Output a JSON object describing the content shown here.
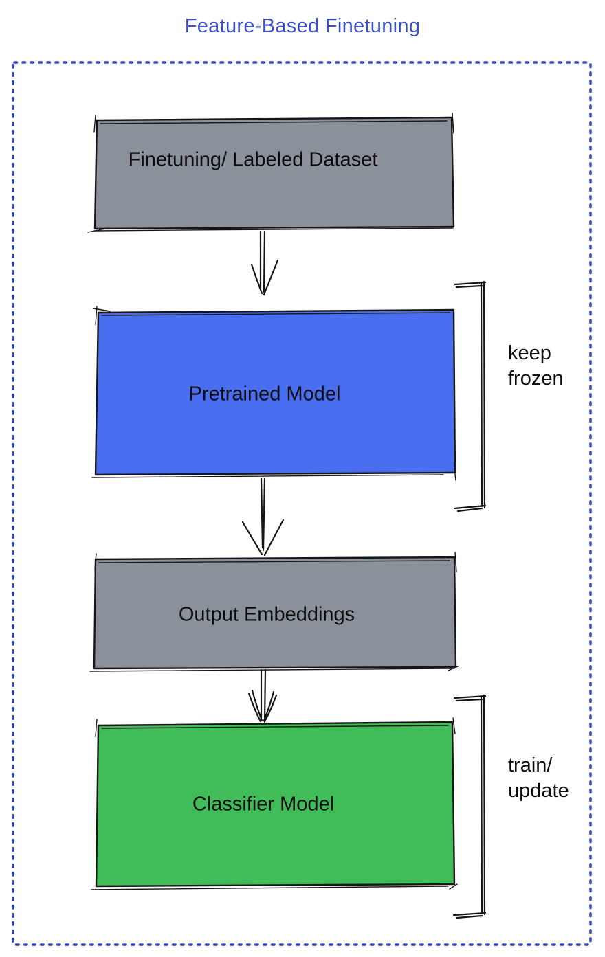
{
  "title": "Feature-Based Finetuning",
  "colors": {
    "title_blue": "#3a4fc9",
    "border_blue": "#3446c6",
    "box_gray": "#8a919b",
    "box_blue": "#4a6ef0",
    "box_green": "#40bc58",
    "ink": "#161616",
    "text_dark": "#0c0c0c",
    "background": "#ffffff"
  },
  "nodes": [
    {
      "id": "finetuning-dataset",
      "label": "Finetuning/ Labeled Dataset",
      "fill": "gray"
    },
    {
      "id": "pretrained-model",
      "label": "Pretrained Model",
      "fill": "blue"
    },
    {
      "id": "output-embeddings",
      "label": "Output Embeddings",
      "fill": "gray"
    },
    {
      "id": "classifier-model",
      "label": "Classifier Model",
      "fill": "green"
    }
  ],
  "annotations": [
    {
      "id": "keep-frozen",
      "line1": "keep",
      "line2": "frozen",
      "attached_to": "pretrained-model"
    },
    {
      "id": "train-update",
      "line1": "train/",
      "line2": "update",
      "attached_to": "classifier-model"
    }
  ],
  "edges": [
    {
      "from": "finetuning-dataset",
      "to": "pretrained-model",
      "type": "arrow-down"
    },
    {
      "from": "pretrained-model",
      "to": "output-embeddings",
      "type": "arrow-down"
    },
    {
      "from": "output-embeddings",
      "to": "classifier-model",
      "type": "arrow-down"
    }
  ]
}
